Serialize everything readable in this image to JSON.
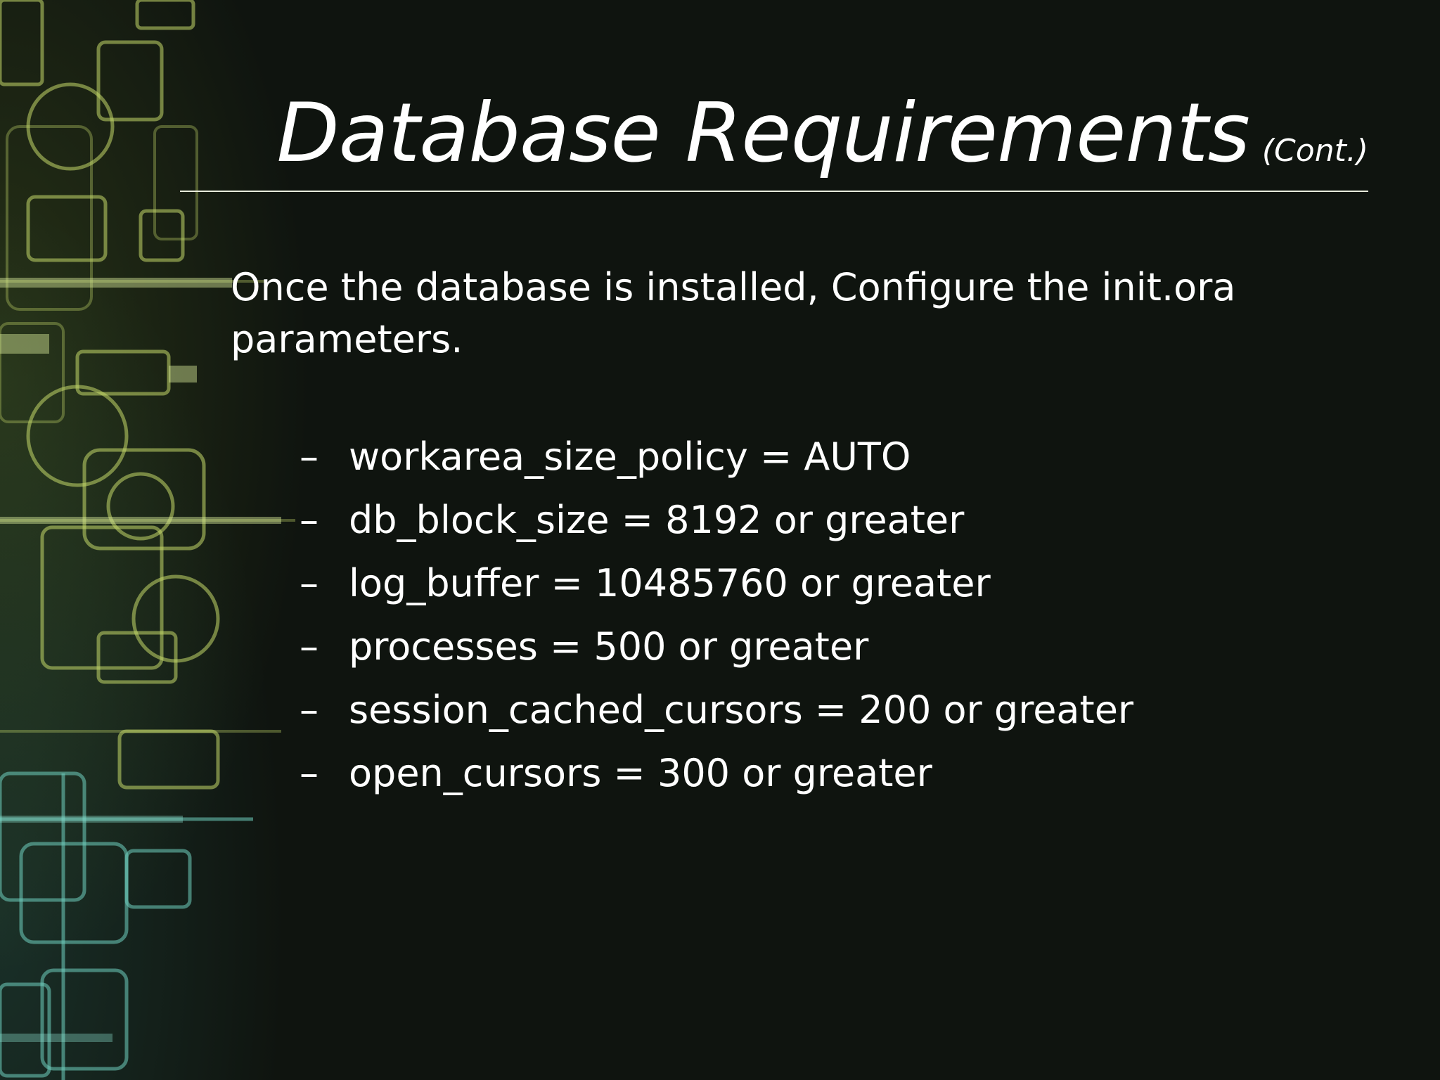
{
  "slide": {
    "title": "Database Requirements",
    "title_suffix": "(Cont.)",
    "intro": "Once the database is installed, Configure the init.ora parameters.",
    "bullet_marker": "–",
    "parameters": [
      "workarea_size_policy = AUTO",
      "db_block_size = 8192 or greater",
      "log_buffer = 10485760 or greater",
      "processes = 500 or greater",
      "session_cached_cursors = 200 or greater",
      "open_cursors = 300 or greater"
    ]
  },
  "colors": {
    "background": "#0f140f",
    "text": "#ffffff",
    "decor_green": "#c4d86a",
    "decor_teal": "#6fd0c0"
  }
}
